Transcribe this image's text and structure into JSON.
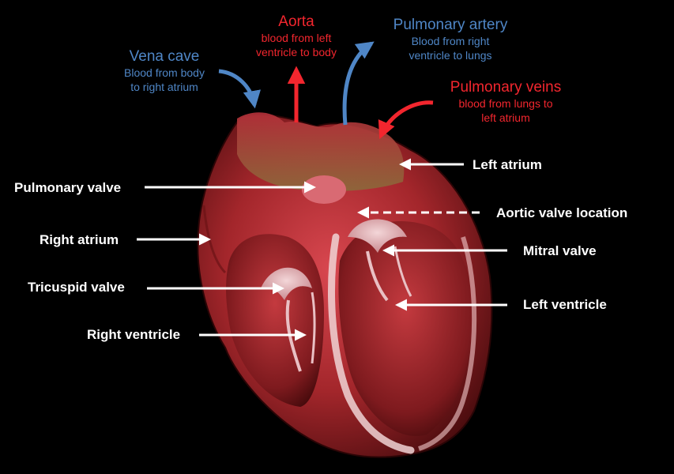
{
  "colors": {
    "background": "#000000",
    "venous_blue": "#4f86c6",
    "arterial_red": "#f2262e",
    "label_white": "#ffffff"
  },
  "vessels": {
    "vena_cava": {
      "title": "Vena cave",
      "line1": "Blood from body",
      "line2": "to right atrium",
      "color": "#4f86c6"
    },
    "aorta": {
      "title": "Aorta",
      "line1": "blood from left",
      "line2": "ventricle to body",
      "color": "#f2262e"
    },
    "pulmonary_artery": {
      "title": "Pulmonary artery",
      "line1": "Blood from right",
      "line2": "ventricle to lungs",
      "color": "#4f86c6"
    },
    "pulmonary_veins": {
      "title": "Pulmonary veins",
      "line1": "blood from lungs to",
      "line2": "left atrium",
      "color": "#f2262e"
    }
  },
  "labels": {
    "pulmonary_valve": "Pulmonary valve",
    "right_atrium": "Right atrium",
    "tricuspid_valve": "Tricuspid valve",
    "right_ventricle": "Right ventricle",
    "left_atrium": "Left atrium",
    "aortic_valve_location": "Aortic valve location",
    "mitral_valve": "Mitral valve",
    "left_ventricle": "Left ventricle"
  }
}
